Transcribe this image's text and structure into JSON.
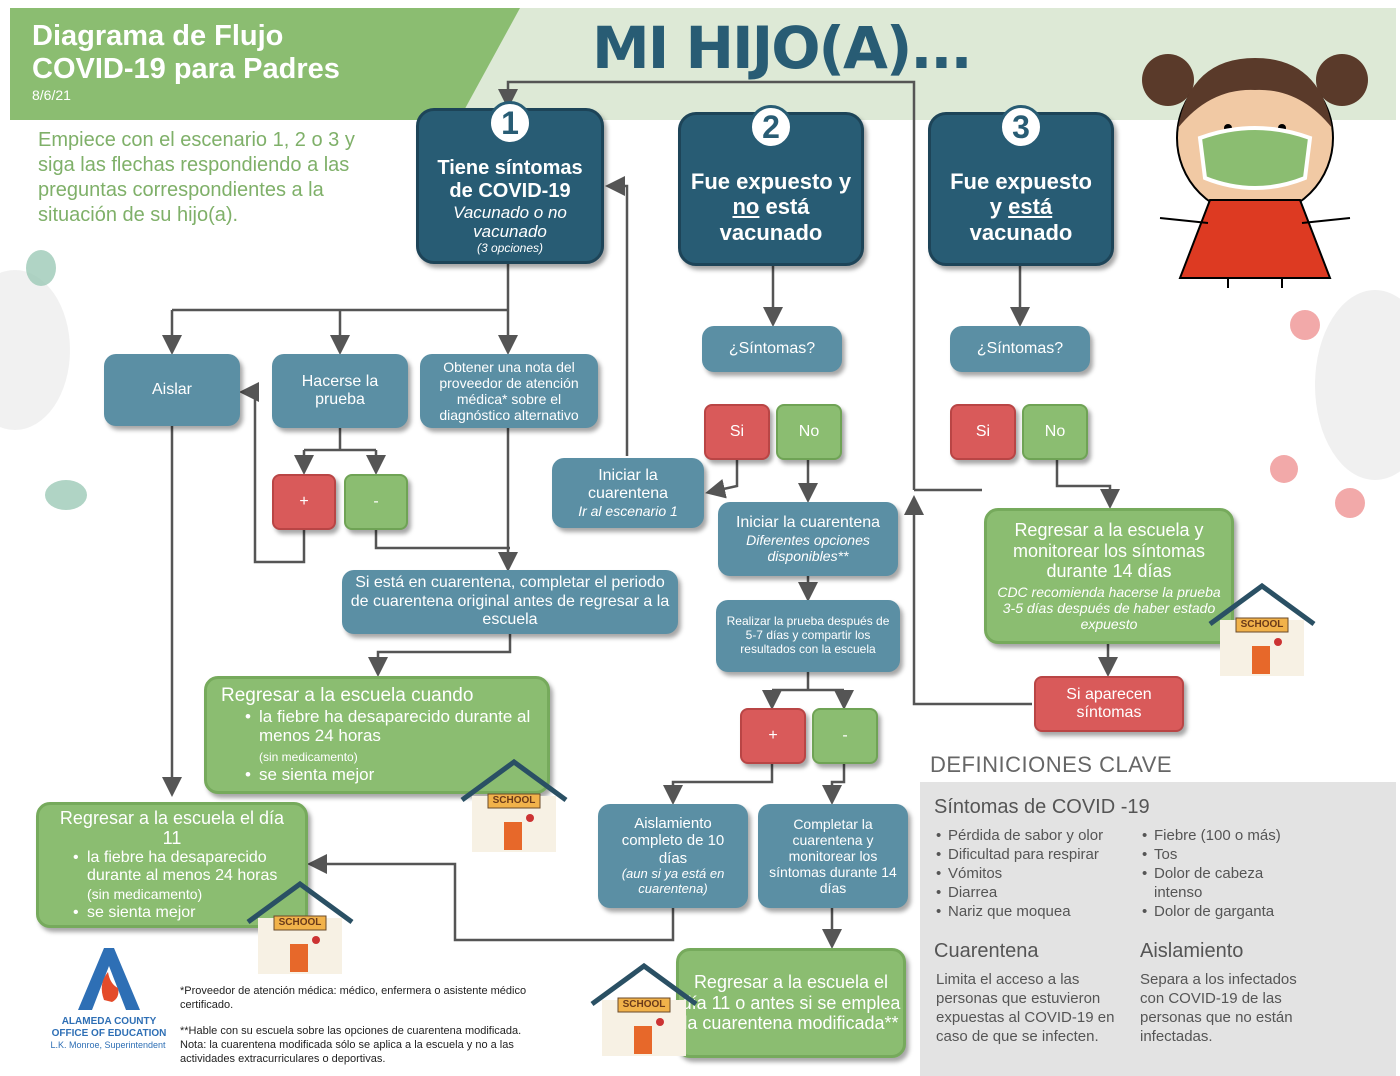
{
  "header": {
    "title_line1": "Diagrama de Flujo",
    "title_line2": "COVID-19 para Padres",
    "date": "8/6/21",
    "main_title": "MI HIJO(A)...",
    "intro": "Empiece con el escenario 1, 2 o 3 y siga las flechas respondiendo a las preguntas correspondientes a la situación de su hijo(a)."
  },
  "scenario1": {
    "number": "1",
    "line1": "Tiene síntomas",
    "line2": "de COVID-19",
    "line3": "Vacunado o no",
    "line4": "vacunado",
    "line5": "(3 opciones)"
  },
  "scenario2": {
    "number": "2",
    "line1": "Fue expuesto y",
    "line2a": "no",
    "line2b": " está",
    "line3": "vacunado"
  },
  "scenario3": {
    "number": "3",
    "line1": "Fue expuesto",
    "line2a": "y ",
    "line2b": "está",
    "line3": "vacunado"
  },
  "s1": {
    "isolate": "Aislar",
    "test": "Hacerse la prueba",
    "note": "Obtener una nota del proveedor de atención médica* sobre el diagnóstico alternativo",
    "plus": "+",
    "minus": "-",
    "quarantine": "Si está en cuarentena, completar el periodo de cuarentena original antes de regresar a la escuela",
    "return_title": "Regresar a la escuela cuando",
    "return_b1": "la fiebre ha desaparecido durante al menos 24 horas",
    "return_b1_note": "(sin medicamento)",
    "return_b2": "se sienta mejor",
    "day11_title": "Regresar a la escuela el día 11",
    "day11_b1": "la fiebre ha desaparecido durante al menos 24 horas",
    "day11_b1_note": "(sin medicamento)",
    "day11_b2": "se sienta mejor"
  },
  "s2": {
    "symptoms": "¿Síntomas?",
    "yes": "Si",
    "no": "No",
    "start_q_line1": "Iniciar la",
    "start_q_line2": "cuarentena",
    "start_q_line3": "Ir al escenario 1",
    "start_quarantine": "Iniciar la cuarentena",
    "options": "Diferentes opciones disponibles**",
    "test_after": "Realizar la prueba después de 5-7 días y compartir los resultados con la escuela",
    "plus": "+",
    "minus": "-",
    "isolation": "Aislamiento completo de 10 días",
    "isolation_note": "(aun si ya está en cuarentena)",
    "complete": "Completar la cuarentena y monitorear los síntomas durante 14 días",
    "return11": "Regresar a la escuela el día 11 o antes si se emplea la cuarentena modificada**"
  },
  "s3": {
    "symptoms": "¿Síntomas?",
    "yes": "Si",
    "no": "No",
    "return": "Regresar a la escuela y monitorear los síntomas durante 14 días",
    "cdc": "CDC recomienda hacerse la prueba 3-5 días después de haber estado expuesto",
    "appear": "Si aparecen síntomas"
  },
  "definitions": {
    "title": "DEFINICIONES CLAVE",
    "symptoms_title": "Síntomas de COVID -19",
    "col1": [
      "Pérdida de sabor y olor",
      "Dificultad para respirar",
      "Vómitos",
      "Diarrea",
      "Nariz que moquea"
    ],
    "col2": [
      "Fiebre (100 o más)",
      "Tos",
      "Dolor de cabeza intenso",
      "Dolor de garganta"
    ],
    "quarantine_title": "Cuarentena",
    "quarantine_text": "Limita el acceso a las personas que estuvieron expuestas al COVID-19 en caso de que se infecten.",
    "isolation_title": "Aislamiento",
    "isolation_text": "Separa a los infectados con COVID-19 de las personas que no están infectadas."
  },
  "footer": {
    "org1": "ALAMEDA COUNTY",
    "org2": "OFFICE OF EDUCATION",
    "org3": "L.K. Monroe, Superintendent",
    "note1": "*Proveedor de atención médica: médico, enfermera o asistente médico certificado.",
    "note2": "**Hable con su escuela sobre las opciones de cuarentena modificada.",
    "note3": "Nota: la cuarentena modificada sólo se aplica a la escuela y no a las actividades extracurriculares o deportivas."
  },
  "school_sign": "SCHOOL",
  "colors": {
    "header_green": "#8bbd71",
    "header_light": "#dde9d6",
    "dark_teal": "#285c74",
    "teal": "#5b8fa4",
    "green": "#8bbd71",
    "red": "#d95a5a",
    "definitions_bg": "#e3e3e3"
  }
}
